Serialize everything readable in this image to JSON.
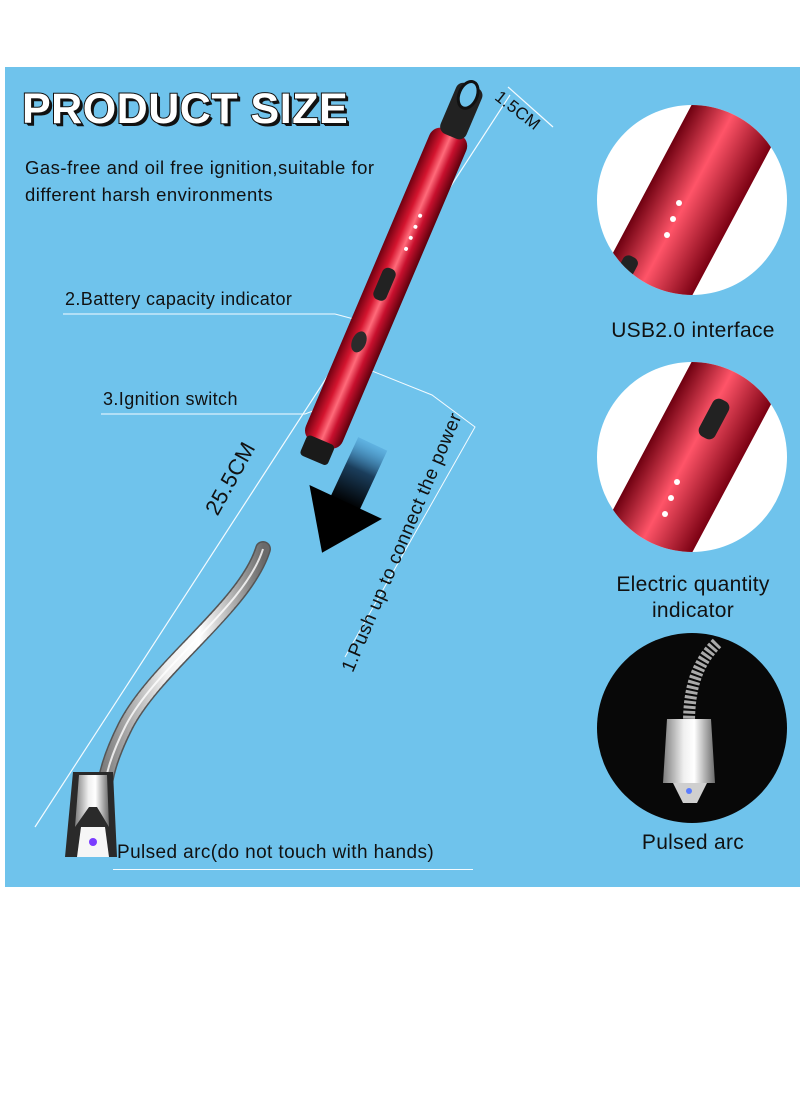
{
  "title": "PRODUCT SIZE",
  "subtitle": "Gas-free and oil free ignition,suitable for different harsh environments",
  "dim_top": "1.5CM",
  "dim_length": "25.5CM",
  "callouts": {
    "battery": "2.Battery capacity indicator",
    "ignition": "3.Ignition switch",
    "push": "1.Push up to connect the power",
    "arc": "Pulsed arc(do not touch with hands)"
  },
  "captions": {
    "usb": "USB2.0 interface",
    "electric_line1": "Electric quantity",
    "electric_line2": "indicator",
    "pulsed": "Pulsed arc"
  },
  "colors": {
    "background": "#6fc3ec",
    "body_red": "#c8102e",
    "arrow": "#111111"
  }
}
